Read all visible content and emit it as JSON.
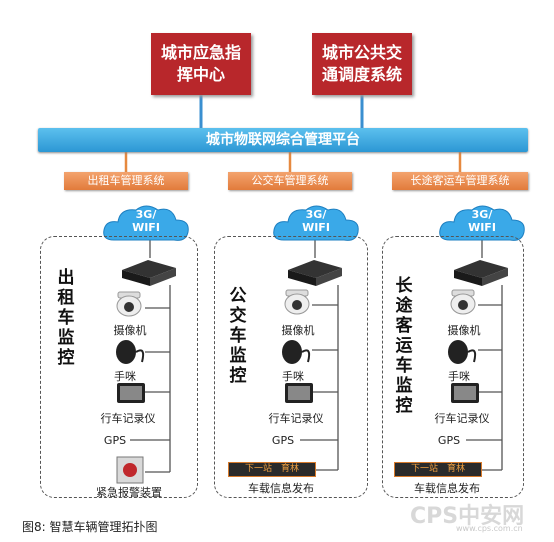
{
  "top_boxes": {
    "emergency": "城市应急指挥中心",
    "transit": "城市公共交通调度系统"
  },
  "platform": "城市物联网综合管理平台",
  "systems": [
    "出租车管理系统",
    "公交车管理系统",
    "长途客运车管理系统"
  ],
  "cloud_label": [
    "3G/",
    "WIFI"
  ],
  "panels": [
    {
      "title": "出租车监控",
      "items": [
        "摄像机",
        "手咪",
        "行车记录仪",
        "GPS",
        "紧急报警装置"
      ]
    },
    {
      "title": "公交车监控",
      "items": [
        "摄像机",
        "手咪",
        "行车记录仪",
        "GPS",
        "车载信息发布"
      ],
      "led": [
        "下一站",
        "育林"
      ]
    },
    {
      "title": "长途客运车监控",
      "items": [
        "摄像机",
        "手咪",
        "行车记录仪",
        "GPS",
        "车载信息发布"
      ],
      "led": [
        "下一站",
        "育林"
      ]
    }
  ],
  "caption": "图8: 智慧车辆管理拓扑图",
  "watermark": {
    "logo": "CPS中安网",
    "url": "www.cps.com.cn"
  },
  "colors": {
    "top_box": "#b8272b",
    "platform": "#2c97d4",
    "system_box": "#e27b3b",
    "cloud": "#3aa9e8"
  }
}
